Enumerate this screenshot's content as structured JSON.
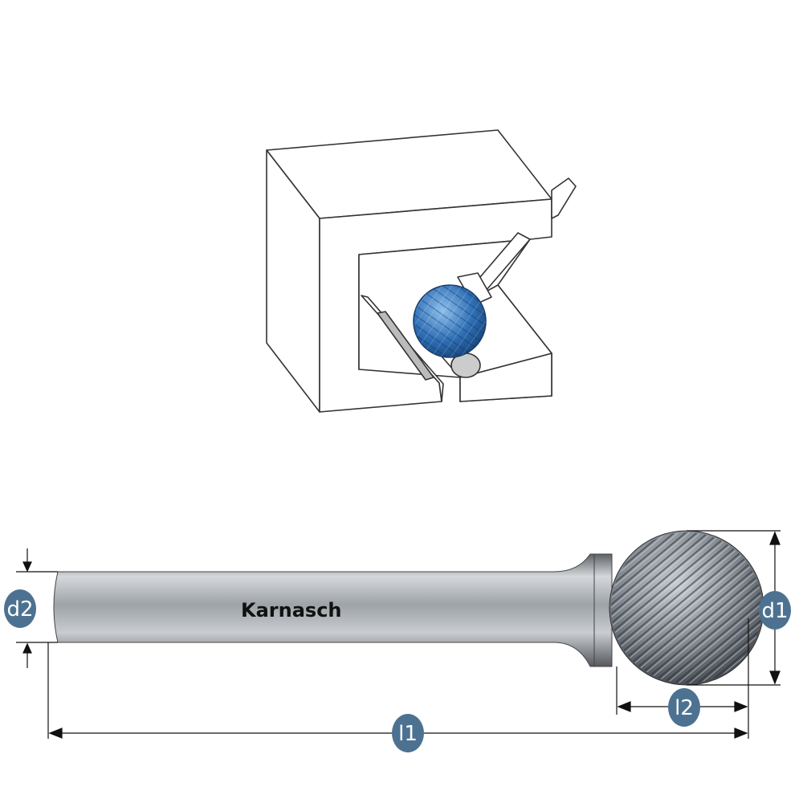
{
  "brand": "Karnasch",
  "labels": {
    "d1": "d1",
    "d2": "d2",
    "l1": "l1",
    "l2": "l2"
  },
  "colors": {
    "badge": "#4d7291",
    "burr_blue": "#2f6fb5",
    "steel": "#8d9298"
  }
}
